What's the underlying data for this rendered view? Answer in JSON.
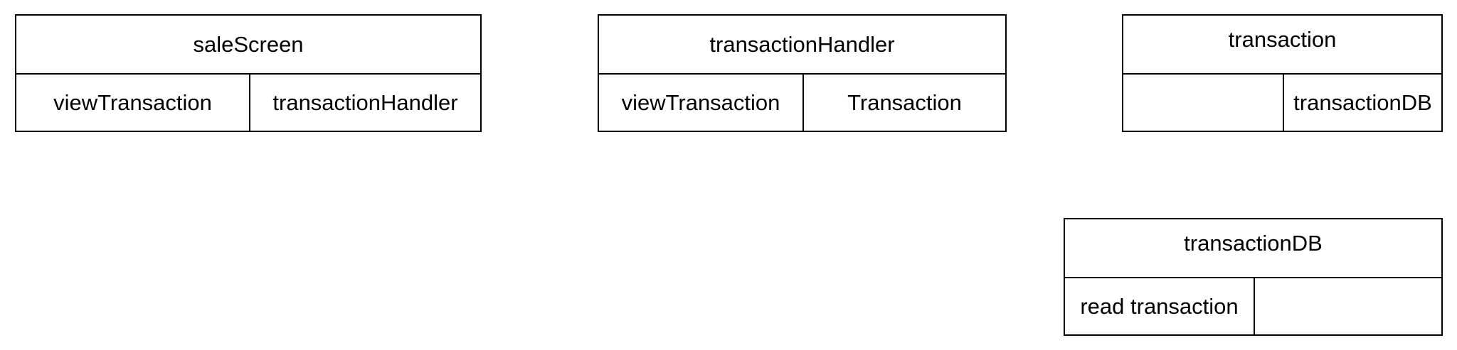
{
  "cards": {
    "sale_screen": {
      "title": "saleScreen",
      "left": "viewTransaction",
      "right": "transactionHandler"
    },
    "transaction_handler": {
      "title": "transactionHandler",
      "left": "viewTransaction",
      "right": "Transaction"
    },
    "transaction": {
      "title": "transaction",
      "left": "",
      "right": "transactionDB"
    },
    "transaction_db": {
      "title": "transactionDB",
      "left": "read transaction",
      "right": ""
    }
  },
  "colors": {
    "border": "#000000",
    "background": "#ffffff",
    "text": "#000000"
  }
}
